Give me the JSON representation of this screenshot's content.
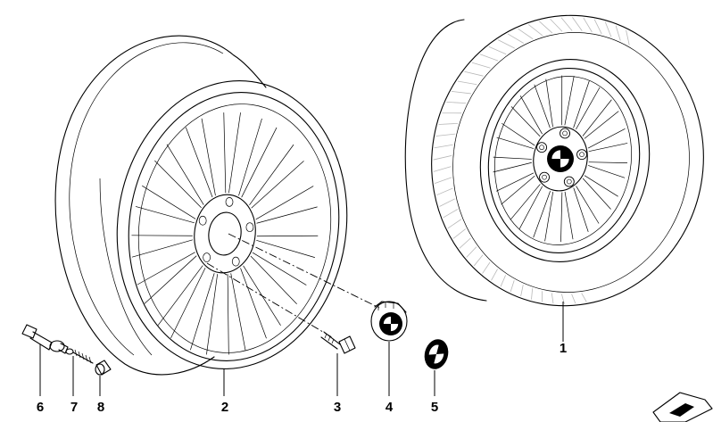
{
  "callouts": [
    {
      "id": "p1",
      "label": "1"
    },
    {
      "id": "p2",
      "label": "2"
    },
    {
      "id": "p3",
      "label": "3"
    },
    {
      "id": "p4",
      "label": "4"
    },
    {
      "id": "p5",
      "label": "5"
    },
    {
      "id": "p6",
      "label": "6"
    },
    {
      "id": "p7",
      "label": "7"
    },
    {
      "id": "p8",
      "label": "8"
    }
  ],
  "colors": {
    "line": "#000000",
    "background": "#ffffff",
    "tire_tread": "#b8b8b8",
    "emblem_blue": "#ffffff"
  },
  "icons": {
    "arrow": "direction-arrow-icon",
    "emblem": "bmw-roundel-icon"
  }
}
